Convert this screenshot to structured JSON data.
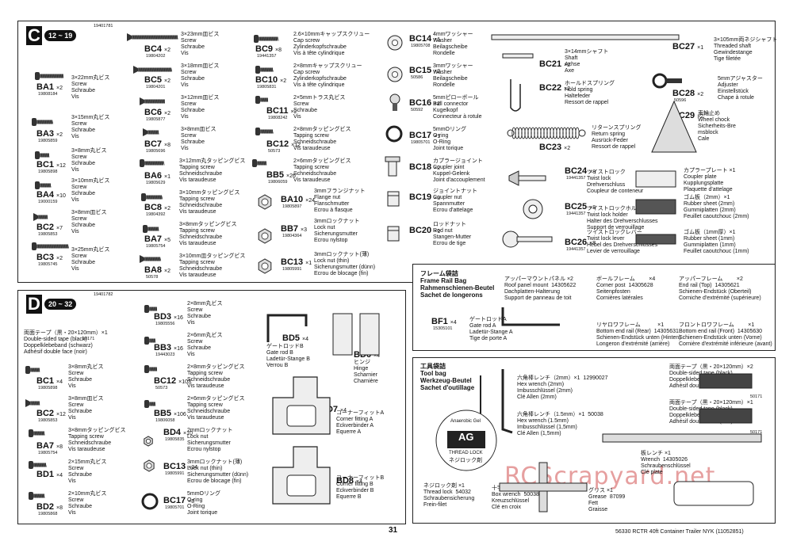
{
  "header": {
    "top_code": "19401781",
    "bottom_code": "19401782"
  },
  "panelC": {
    "letter": "C",
    "steps": "12 ~ 19",
    "items": [
      {
        "code": "BA1",
        "qty": "×2",
        "pn": "19808184",
        "desc": "3×22mm丸ビス\nScrew\nSchraube\nVis"
      },
      {
        "code": "BA3",
        "qty": "×2",
        "pn": "19805859",
        "desc": "3×15mm丸ビス\nScrew\nSchraube\nVis"
      },
      {
        "code": "BC1",
        "qty": "×12",
        "pn": "19805898",
        "desc": "3×8mm丸ビス\nScrew\nSchraube\nVis"
      },
      {
        "code": "BA4",
        "qty": "×10",
        "pn": "19000159",
        "desc": "3×10mm丸ビス\nScrew\nSchraube\nVis"
      },
      {
        "code": "BC2",
        "qty": "×7",
        "pn": "19805853",
        "desc": "3×8mm皿ビス\nScrew\nSchraube\nVis"
      },
      {
        "code": "BC3",
        "qty": "×2",
        "pn": "19805745",
        "desc": "3×25mm丸ビス\nScrew\nSchraube\nVis"
      },
      {
        "code": "BC4",
        "qty": "×2",
        "pn": "19804202",
        "desc": "3×23mm皿ビス\nScrew\nSchraube\nVis"
      },
      {
        "code": "BC5",
        "qty": "×2",
        "pn": "19804201",
        "desc": "3×18mm皿ビス\nScrew\nSchraube\nVis"
      },
      {
        "code": "BC6",
        "qty": "×2",
        "pn": "19805877",
        "desc": "3×12mm皿ビス\nScrew\nSchraube\nVis"
      },
      {
        "code": "BC7",
        "qty": "×8",
        "pn": "19805696",
        "desc": "3×8mm皿ビス\nScrew\nSchraube\nVis"
      },
      {
        "code": "BA6",
        "qty": "×1",
        "pn": "19805629",
        "desc": "3×12mm丸タッピングビス\nTapping screw\nSchneidschraube\nVis taraudeuse"
      },
      {
        "code": "BC8",
        "qty": "×2",
        "pn": "19804392",
        "desc": "3×10mmタッピングビス\nTapping screw\nSchneidschraube\nVis taraudeuse"
      },
      {
        "code": "BA7",
        "qty": "×5",
        "pn": "19805754",
        "desc": "3×8mmタッピングビス\nTapping screw\nSchneidschraube\nVis taraudeuse"
      },
      {
        "code": "BA8",
        "qty": "×2",
        "pn": "50578",
        "desc": "3×10mm皿タッピングビス\nTapping screw\nSchneidschraube\nVis taraudeuse"
      },
      {
        "code": "BC9",
        "qty": "×8",
        "pn": "19441357",
        "desc": "2.6×10mmキャップスクリュー\nCap screw\nZylinderkopfschraube\nVis à tête cylindrique"
      },
      {
        "code": "BC10",
        "qty": "×2",
        "pn": "19805831",
        "desc": "2×8mmキャップスクリュー\nCap screw\nZylinderkopfschraube\nVis à tête cylindrique"
      },
      {
        "code": "BC11",
        "qty": "×2",
        "pn": "19808242",
        "desc": "2×5mmトラス丸ビス\nScrew\nSchraube\nVis"
      },
      {
        "code": "BC12",
        "qty": "×12",
        "pn": "50573",
        "desc": "2×8mmタッピングビス\nTapping screw\nSchneidschraube\nVis taraudeuse"
      },
      {
        "code": "BB5",
        "qty": "×26",
        "pn": "19806059",
        "desc": "2×6mmタッピングビス\nTapping screw\nSchneidschraube\nVis taraudeuse"
      },
      {
        "code": "BA10",
        "qty": "×24",
        "pn": "19805897",
        "desc": "3mmフランジナット\nFlange nut\nFlanschmutter\nEcrou à flasque"
      },
      {
        "code": "BB7",
        "qty": "×3",
        "pn": "19804364",
        "desc": "3mmロックナット\nLock nut\nSicherungsmutter\nEcrou nylstop"
      },
      {
        "code": "BC13",
        "qty": "×1",
        "pn": "19805991",
        "desc": "3mmロックナット(薄)\nLock nut (thin)\nSicherungsmutter (dünn)\nEcrou de blocage (fin)"
      },
      {
        "code": "BC14",
        "qty": "×1",
        "pn": "19805708",
        "desc": "4mmワッシャー\nWasher\nBeilagscheibe\nRondelle"
      },
      {
        "code": "BC15",
        "qty": "×2",
        "pn": "50586",
        "desc": "3mmワッシャー\nWasher\nBeilagscheibe\nRondelle"
      },
      {
        "code": "BC16",
        "qty": "×2",
        "pn": "50592",
        "desc": "5mmピローボール\nBall connector\nKugelkopf\nConnecteur à rotule"
      },
      {
        "code": "BC17",
        "qty": "×1",
        "pn": "19805701",
        "desc": "5mmOリング\nO-ring\nO-Ring\nJoint torique"
      },
      {
        "code": "BC18",
        "qty": "×2",
        "pn": "",
        "desc": "カプラージョイント\nCoupler joint\nKuppel-Gelenk\nJoint d'accouplement"
      },
      {
        "code": "BC19",
        "qty": "×3",
        "pn": "",
        "desc": "ジョイントナット\nCoupler nut\nSpannmutter\nEcrou d'attelage"
      },
      {
        "code": "BC20",
        "qty": "×1",
        "pn": "",
        "desc": "ロッドナット\nRod nut\nStangen-Mutter\nEcrou de tige"
      },
      {
        "code": "BC21",
        "qty": "×2",
        "pn": "",
        "desc": "3×14mmシャフト\nShaft\nAchse\nAxe"
      },
      {
        "code": "BC22",
        "qty": "×2",
        "pn": "",
        "desc": "ホールドスプリング\nHold spring\nHaltefeder\nRessort de rappel"
      },
      {
        "code": "BC23",
        "qty": "×2",
        "pn": "",
        "desc": "リターンスプリング\nReturn spring\nAusrück-Feder\nRessort de rappel"
      },
      {
        "code": "BC24",
        "qty": "×8",
        "pn": "19441357",
        "desc": "ツイストロック\nTwist lock\nDrehverschluss\nCoupleur de conteneur"
      },
      {
        "code": "BC25",
        "qty": "×8",
        "pn": "19441357",
        "desc": "ツイストロックホルダー\nTwist lock holder\nHalter des Drehverschlusses\nSupport de verrouillage"
      },
      {
        "code": "BC26",
        "qty": "×8",
        "pn": "19441357",
        "desc": "ツイストロックレバー\nTwist lock lever\nHebel des Drehverschlusses\nLevier de verrouillage"
      },
      {
        "code": "BC27",
        "qty": "×1",
        "pn": "",
        "desc": "3×105mm両ネジシャフト\nThreaded shaft\nGewindestange\nTige filetée"
      },
      {
        "code": "BC28",
        "qty": "×2",
        "pn": "50596",
        "desc": "5mmアジャスター\nAdjuster\nEinstellstück\nChape à rotule"
      },
      {
        "code": "BC29",
        "qty": "×2",
        "pn": "",
        "desc": "車輪止め\nWheel chock\nSicherheits-Bre\nmsblock\nCale"
      },
      {
        "code": "",
        "qty": "",
        "pn": "",
        "desc": "カプラープレート ×1\nCoupler plate\nKupplungsplatte\nPlaquette d'attelage"
      },
      {
        "code": "",
        "qty": "",
        "pn": "",
        "desc": "ゴム板（2mm）×1\nRubber sheet (2mm)\nGummiplatten (2mm)\nFeuillet caoutchouc (2mm)"
      },
      {
        "code": "",
        "qty": "",
        "pn": "",
        "desc": "ゴム板（1mm厚）×1\nRubber sheet (1mm)\nGummiplatten (1mm)\nFeuillet caoutchouc (1mm)"
      }
    ]
  },
  "panelFrame": {
    "title": "フレーム袋詰\nFrame Rail Bag\nRahmenschienen-Beutel\nSachet de longerons",
    "bf1": {
      "code": "BF1",
      "qty": "×4",
      "pn": "15305101",
      "desc": "ゲートロッドA\nGate rod A\nLadetür-Stange A\nTige de porte A"
    },
    "parts": [
      {
        "desc": "アッパーマウントパネル ×2\nRoof panel mount  14305622\nDachplatten-Halterung\nSupport de panneau de toit"
      },
      {
        "desc": "ボールフレーム         ×4\nCorner post  14305628\nSeitenpfosten\nCornières latérales"
      },
      {
        "desc": "アッパーフレーム         ×2\nEnd rail (Top)  14305621\nSchienen-Endstück (Oberteil)\nCorniche d'extrémité (supérieure)"
      },
      {
        "desc": "リヤロワフレーム           ×1\nBottom end rail (Rear)  14305631\nSchienen-Endstück unten (Hinten)\nLongeron d'extrémité (arrière)"
      },
      {
        "desc": "フロントロワフレーム         ×1\nBottom end rail (Front)  14305630\nSchienen-Endstück unten (Vorne)\nCornière d'extrémité inférieure (avant)"
      }
    ]
  },
  "panelTool": {
    "title": "工具袋詰\nTool bag\nWerkzeug-Beutel\nSachet d'outillage",
    "items": [
      {
        "desc": "六角棒レンチ（2mm）×1  12990027\nHex wrench (2mm)\nImbusschlüssel (2mm)\nClé Allen (2mm)"
      },
      {
        "desc": "六角棒レンチ（1.5mm）×1  50038\nHex wrench (1.5mm)\nImbusschlüssel (1,5mm)\nClé Allen (1,5mm)"
      },
      {
        "desc": "両面テープ（黒・20×120mm）×2\nDouble-sided tape (black)\nDoppelklebeband (schwarz)\nAdhésif double face (noir)"
      },
      {
        "desc": "両面テープ（黒・20×120mm）×1\nDouble-sided tape (black)\nDoppelklebeband (schwarz)\nAdhésif double face (noir)"
      },
      {
        "desc": "板レンチ ×1\nWrench  14305026\nSchraubenschlüssel\nClé plate"
      },
      {
        "desc": "ネジロック剤 ×1\nThread lock  54032\nSchraubensicherung\nFrein-filet"
      },
      {
        "desc": "十字レンチ ×1\nBox wrench  50038\nKreuzschlüssel\nClé en croix"
      },
      {
        "desc": "グリス ×1\nGrease  87099\nFett\nGraisse"
      }
    ],
    "tape_pn_1": "50171",
    "tape_pn_2": "50171",
    "threadlock_label_1": "Anaerobic Gel",
    "threadlock_label_2": "AG",
    "threadlock_label_3": "THREAD LOCK",
    "threadlock_label_4": "ネジロック剤"
  },
  "panelD": {
    "letter": "D",
    "steps": "20 ~ 32",
    "tape": {
      "desc": "両面テープ（黒・20×120mm）×1\nDouble-sided tape (black)\nDoppelklebeband (schwarz)\nAdhésif double face (noir)",
      "pn": "50171"
    },
    "items": [
      {
        "code": "BC1",
        "qty": "×4",
        "pn": "19805898",
        "desc": "3×8mm丸ビス\nScrew\nSchraube\nVis"
      },
      {
        "code": "BC2",
        "qty": "×12",
        "pn": "19805853",
        "desc": "3×8mm皿ビス\nScrew\nSchraube\nVis"
      },
      {
        "code": "BA7",
        "qty": "×8",
        "pn": "19805754",
        "desc": "3×8mmタッピングビス\nTapping screw\nSchneidschraube\nVis taraudeuse"
      },
      {
        "code": "BD1",
        "qty": "×4",
        "pn": "",
        "desc": "2×15mm丸ビス\nScrew\nSchraube\nVis"
      },
      {
        "code": "BD2",
        "qty": "×8",
        "pn": "19805868",
        "desc": "2×10mm丸ビス\nScrew\nSchraube\nVis"
      },
      {
        "code": "BD3",
        "qty": "×16",
        "pn": "19805556",
        "desc": "2×8mm丸ビス\nScrew\nSchraube\nVis"
      },
      {
        "code": "BB3",
        "qty": "×16",
        "pn": "19443023",
        "desc": "2×6mm丸ビス\nScrew\nSchraube\nVis"
      },
      {
        "code": "BC12",
        "qty": "×103",
        "pn": "50573",
        "desc": "2×8mmタッピングビス\nTapping screw\nSchneidschraube\nVis taraudeuse"
      },
      {
        "code": "BB5",
        "qty": "×106",
        "pn": "19806058",
        "desc": "2×6mmタッピングビス\nTapping screw\nSchneidschraube\nVis taraudeuse"
      },
      {
        "code": "BD4",
        "qty": "×10",
        "pn": "19805835",
        "desc": "2mmロックナット\nLock nut\nSicherungsmutter\nEcrou nylstop"
      },
      {
        "code": "BC13",
        "qty": "×24",
        "pn": "19805991",
        "desc": "3mmロックナット(薄)\nLock nut (thin)\nSicherungsmutter (dünn)\nEcrou de blocage (fin)"
      },
      {
        "code": "BC17",
        "qty": "×8",
        "pn": "19805701",
        "desc": "5mmOリング\nO-ring\nO-Ring\nJoint torique"
      },
      {
        "code": "BD5",
        "qty": "×4",
        "pn": "",
        "desc": "ゲートロッドB\nGate rod B\nLadetür-Stange B\nVerrou B"
      },
      {
        "code": "BD6",
        "qty": "×4",
        "pn": "",
        "desc": "ヒンジ\nHinge\nScharnier\nCharnière"
      },
      {
        "code": "BD7",
        "qty": "×4",
        "pn": "",
        "desc": "コーナーフィットA\nCorner fitting A\nEckverbinder A\nEquerre A"
      },
      {
        "code": "BD8",
        "qty": "×4",
        "pn": "",
        "desc": "コーナーフィットB\nCorner fitting B\nEckverbinder B\nEquerre B"
      }
    ]
  },
  "footer": {
    "page": "31",
    "right": "56330 RCTR 40ft Container Trailer NYK (11052851)"
  },
  "watermark": "RCScrapyard.net"
}
